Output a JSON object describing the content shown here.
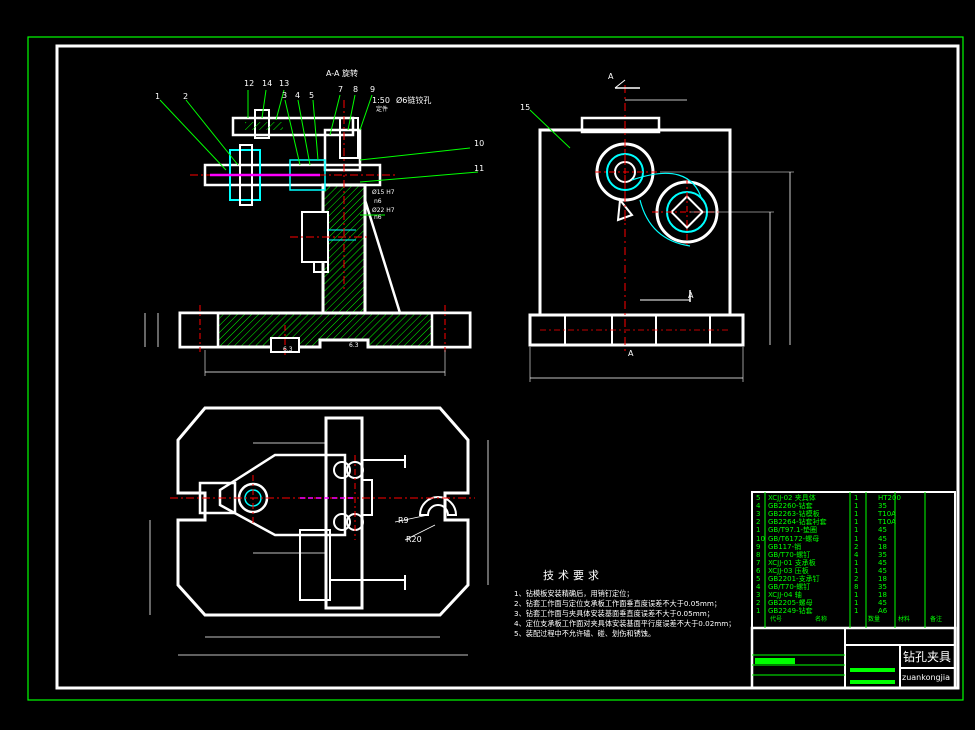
{
  "drawing": {
    "section_title": "A-A 旋转",
    "view_arrow_letter": "A",
    "part_numbers_top": [
      "12",
      "14",
      "13",
      "3",
      "4",
      "5",
      "7",
      "8",
      "9"
    ],
    "part_numbers_left": [
      "1",
      "2"
    ],
    "part_numbers_right": [
      "10",
      "11"
    ],
    "part_number_body": "15",
    "annotation_scale": "1:50",
    "annotation_drill": "Ø6链铰孔",
    "annotation_mark": "定件",
    "fits": [
      "Ø15 H7",
      "n6",
      "Ø22 H7",
      "n6"
    ],
    "roughness": [
      "6.3",
      "6.3"
    ],
    "radii": [
      "R9",
      "R20"
    ]
  },
  "tech": {
    "title": "技术要求",
    "items": [
      "1、钻模板安装精确后，用销钉定位；",
      "2、钻套工作面与定位支承板工作面垂直度误差不大于0.05mm；",
      "3、钻套工作面与夹具体安装基面垂直度误差不大于0.05mm；",
      "4、定位支承板工作面对夹具体安装基面平行度误差不大于0.02mm；",
      "5、装配过程中不允许磕、碰、划伤和锈蚀。"
    ]
  },
  "bom": {
    "rows": [
      {
        "no": "5",
        "name": "XCJJ-02 夹具体",
        "qty": "1",
        "mat": "HT200"
      },
      {
        "no": "4",
        "name": "GB2260-钻套",
        "qty": "1",
        "mat": "35"
      },
      {
        "no": "3",
        "name": "GB2263-钻模板",
        "qty": "1",
        "mat": "T10A"
      },
      {
        "no": "2",
        "name": "GB2264-钻套衬套",
        "qty": "1",
        "mat": "T10A"
      },
      {
        "no": "1",
        "name": "GB/T97.1-垫圈",
        "qty": "1",
        "mat": "45"
      },
      {
        "no": "10",
        "name": "GB/T6172-螺母",
        "qty": "1",
        "mat": "45"
      },
      {
        "no": "9",
        "name": "GB117-销",
        "qty": "2",
        "mat": "18"
      },
      {
        "no": "8",
        "name": "GB/T70-螺钉",
        "qty": "4",
        "mat": "35"
      },
      {
        "no": "7",
        "name": "XCJJ-01 支承板",
        "qty": "1",
        "mat": "45"
      },
      {
        "no": "6",
        "name": "XCJJ-03 压板",
        "qty": "1",
        "mat": "45"
      },
      {
        "no": "5",
        "name": "GB2201-支承钉",
        "qty": "2",
        "mat": "18"
      },
      {
        "no": "4",
        "name": "GB/T70-螺钉",
        "qty": "8",
        "mat": "35"
      },
      {
        "no": "3",
        "name": "XCJJ-04 轴",
        "qty": "1",
        "mat": "18"
      },
      {
        "no": "2",
        "name": "GB2205-螺母",
        "qty": "1",
        "mat": "45"
      },
      {
        "no": "1",
        "name": "GB2249-钻套",
        "qty": "1",
        "mat": "A6"
      }
    ],
    "header": [
      "代号",
      "名称",
      "数量",
      "材料",
      "备注"
    ]
  },
  "title_block": {
    "name": "钻孔夹具",
    "watermark": "zuankongjia"
  },
  "colors": {
    "outline": "#ffffff",
    "border": "#00ff00",
    "hatch": "#00ff00",
    "center": "#ff0000",
    "hidden": "#00ffff",
    "leader": "#00ff00"
  }
}
